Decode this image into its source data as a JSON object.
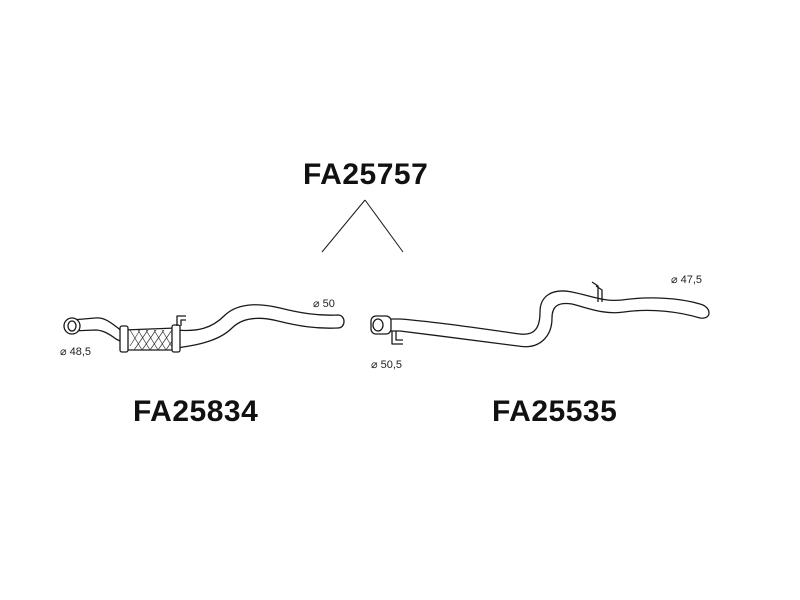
{
  "assembly": {
    "code": "FA25757"
  },
  "parts": [
    {
      "code": "FA25834",
      "dimensions": [
        {
          "label": "48,5"
        },
        {
          "label": "50"
        }
      ]
    },
    {
      "code": "FA25535",
      "dimensions": [
        {
          "label": "50,5"
        },
        {
          "label": "47,5"
        }
      ]
    }
  ],
  "diameter_symbol": "⌀",
  "colors": {
    "line": "#1a1a1a",
    "text": "#111111",
    "background": "#ffffff"
  }
}
